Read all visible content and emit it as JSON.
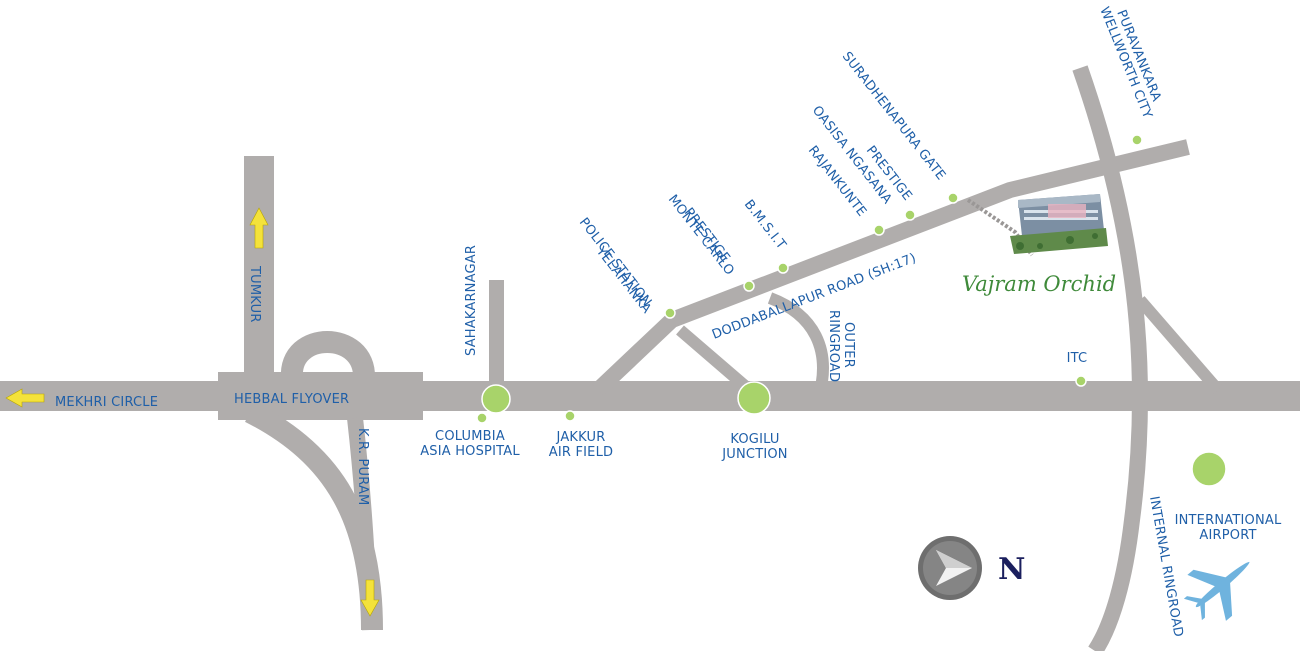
{
  "labels": {
    "mekhri_circle": "MEKHRI CIRCLE",
    "hebbal_flyover": "HEBBAL FLYOVER",
    "tumkur": "TUMKUR",
    "kr_puram": "K.R. PURAM",
    "sahakarnagar": "SAHAKARNAGAR",
    "columbia_line1": "COLUMBIA",
    "columbia_line2": "ASIA HOSPITAL",
    "jakkur_line1": "JAKKUR",
    "jakkur_line2": "AIR FIELD",
    "kogilu_line1": "KOGILU",
    "kogilu_line2": "JUNCTION",
    "yelahanka_line1": "YELAHANKA",
    "yelahanka_line2": "POLICE STATION",
    "prestige_monte_line1": "PRESTIGE",
    "prestige_monte_line2": "MONTE CARLO",
    "bmsit": "B.M.S.I.T",
    "rajankunte": "RAJANKUNTE",
    "prestige_oasis_line1": "PRESTIGE",
    "prestige_oasis_line2": "OASISA NGASANA",
    "suradhenapura": "SURADHENAPURA GATE",
    "puravankara_line1": "PURAVANKARA",
    "puravankara_line2": "WELLWORTH CITY",
    "doddaballapur": "DODDABALLAPUR ROAD (SH:17)",
    "outer_line1": "OUTER",
    "outer_line2": "RINGROAD",
    "itc": "ITC",
    "airport_line1": "INTERNATIONAL",
    "airport_line2": "AIRPORT",
    "internal_ringroad": "INTERNAL RINGROAD",
    "vajram_orchid": "Vajram Orchid",
    "north": "N"
  },
  "colors": {
    "road": "#b0adac",
    "label_text": "#1f5fa8",
    "landmark_dot": "#a8d36a",
    "direction_arrow": "#f4e23a",
    "airplane": "#6fb3de",
    "brand_text": "#3f8a3a"
  },
  "icons": {
    "direction_arrows": "yellow-arrow-icon",
    "compass": "north-compass-icon",
    "airport": "airplane-icon",
    "project": "building-icon"
  }
}
